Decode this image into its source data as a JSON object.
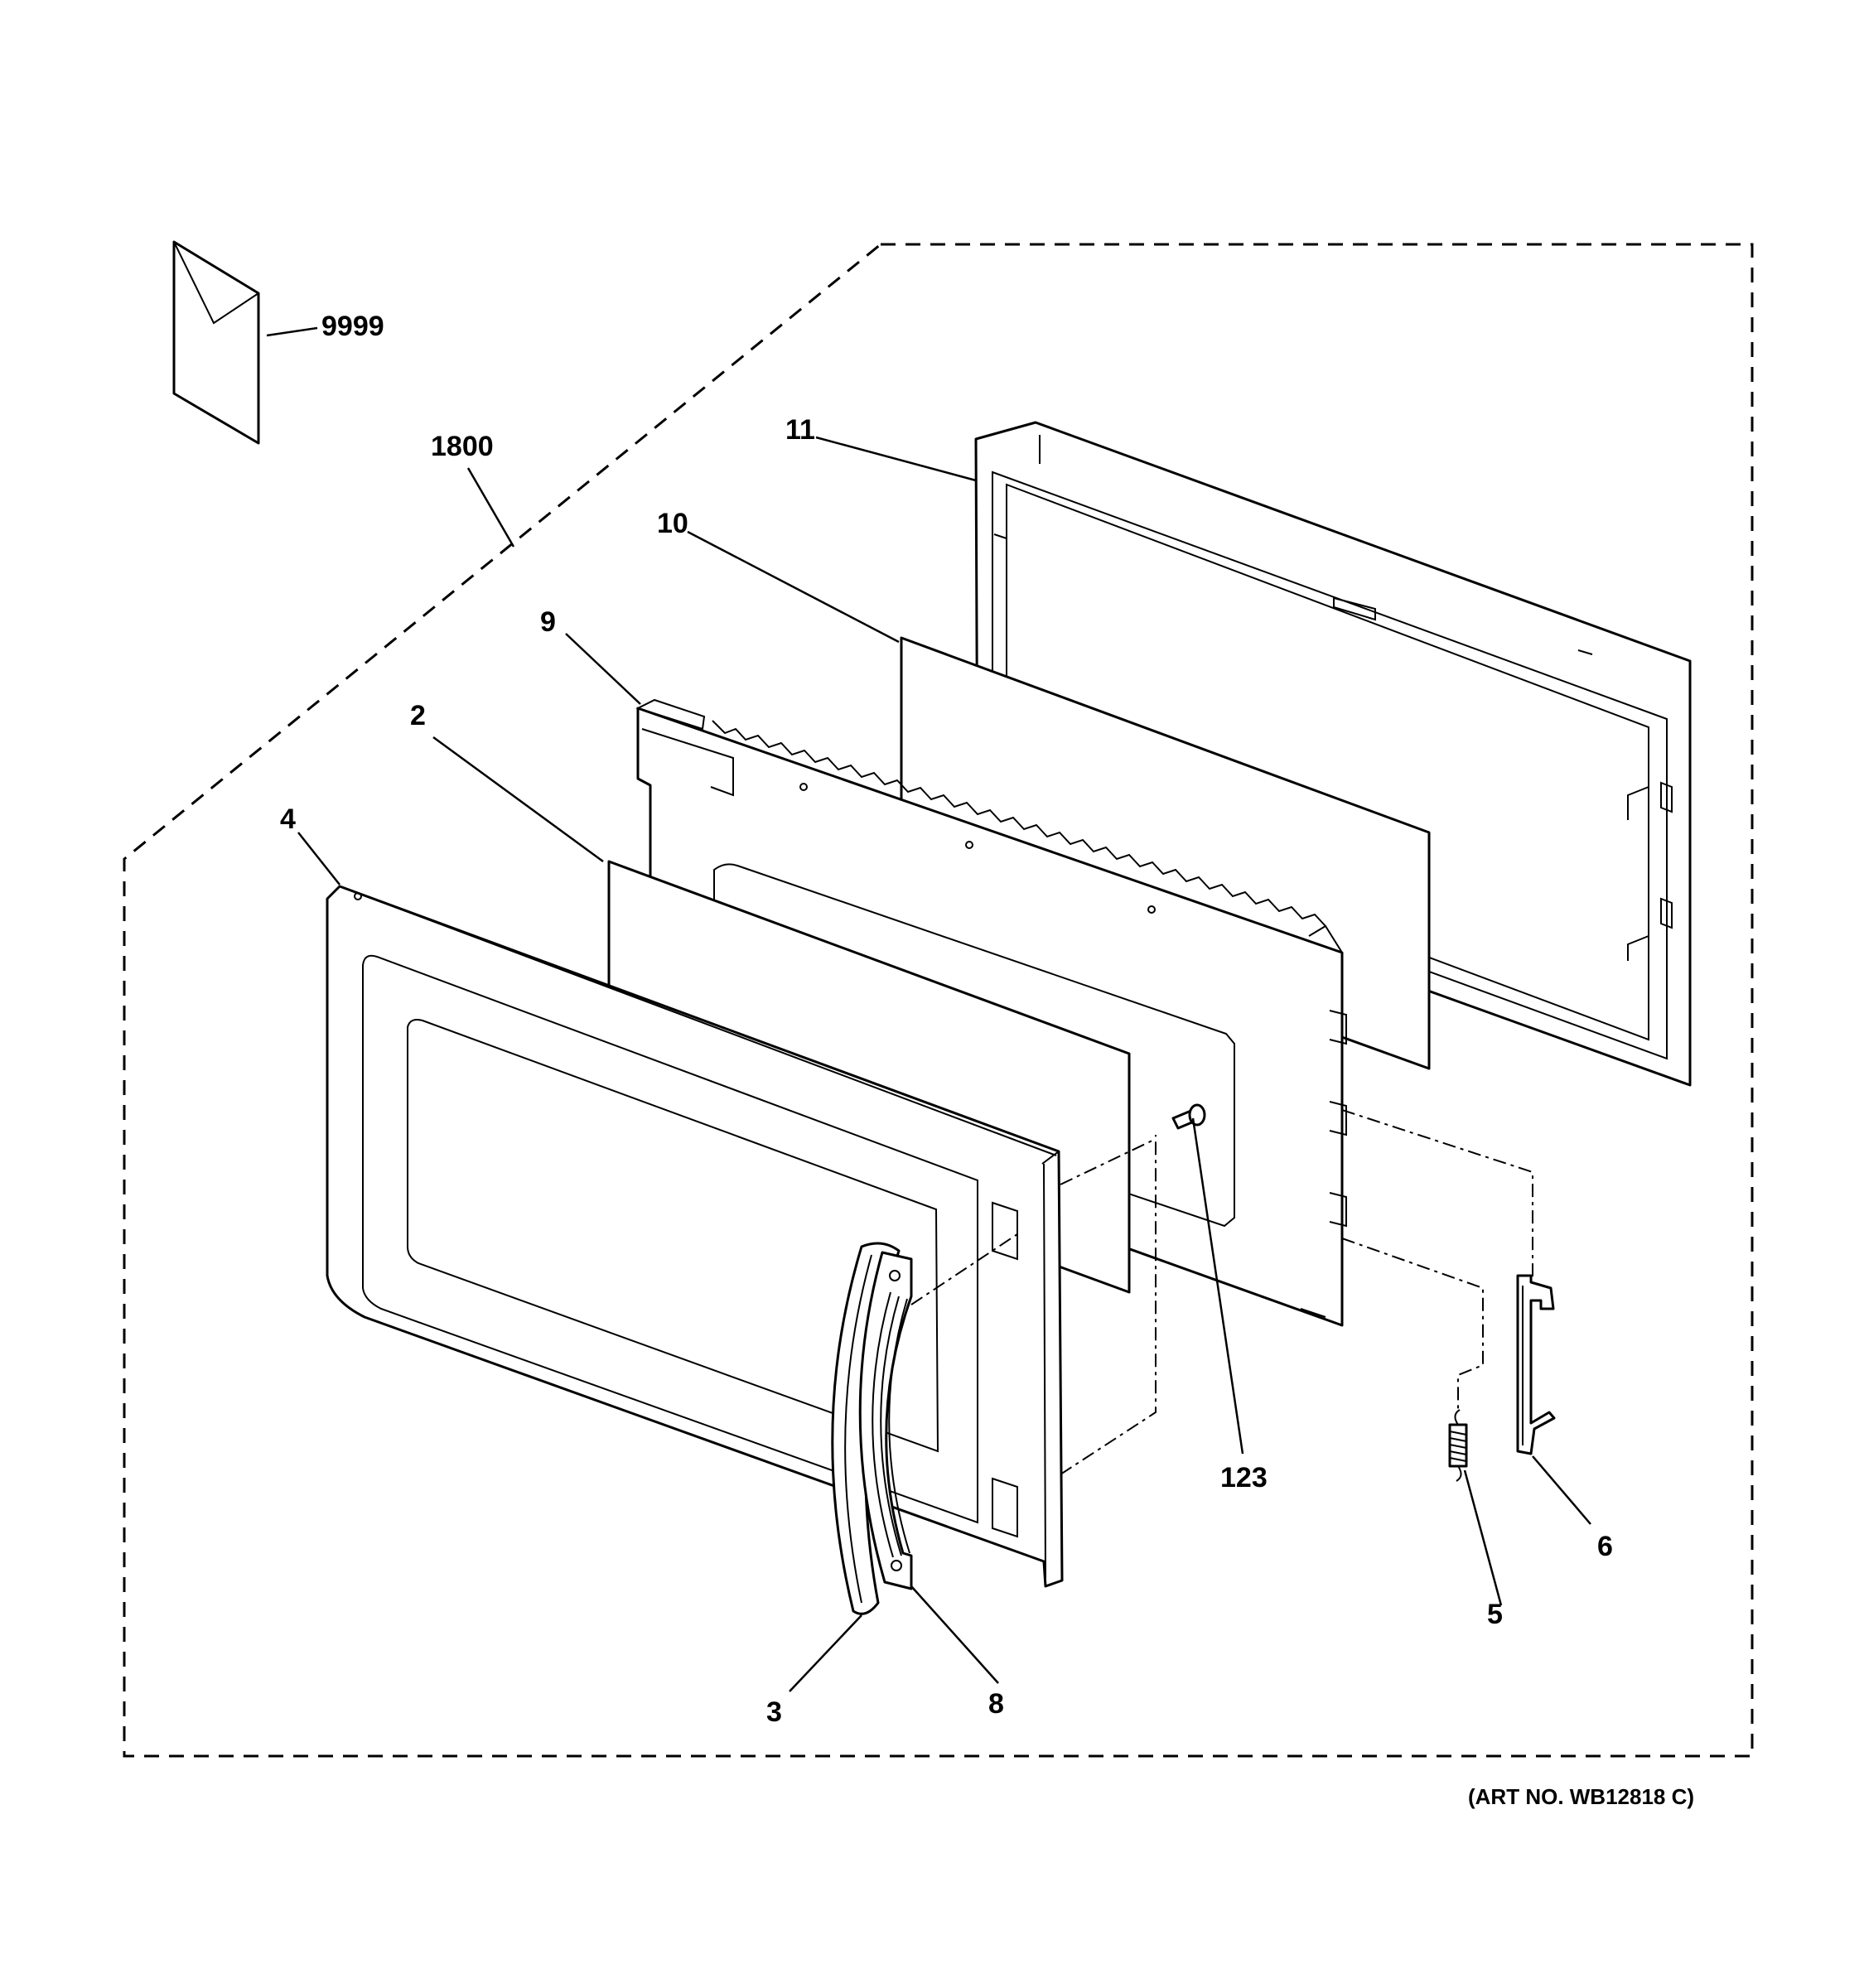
{
  "diagram": {
    "art_number": "(ART NO. WB12818 C)",
    "callouts": {
      "c9999": "9999",
      "c1800": "1800",
      "c11": "11",
      "c10": "10",
      "c9": "9",
      "c2": "2",
      "c4": "4",
      "c3": "3",
      "c8": "8",
      "c123": "123",
      "c5": "5",
      "c6": "6"
    }
  }
}
